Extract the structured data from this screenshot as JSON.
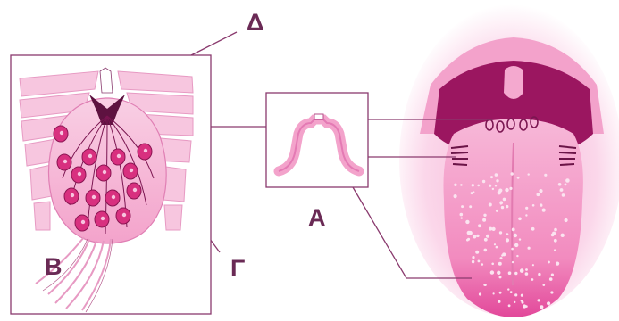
{
  "labels": {
    "delta": "Δ",
    "alpha": "A",
    "beta": "B",
    "gamma": "Γ"
  },
  "colors": {
    "outline": "#8a3a6e",
    "pink_light": "#f7c4df",
    "pink_mid": "#ee8fc0",
    "magenta": "#e23b93",
    "dark": "#7a1550",
    "tongue_base": "#f2a6cc"
  }
}
